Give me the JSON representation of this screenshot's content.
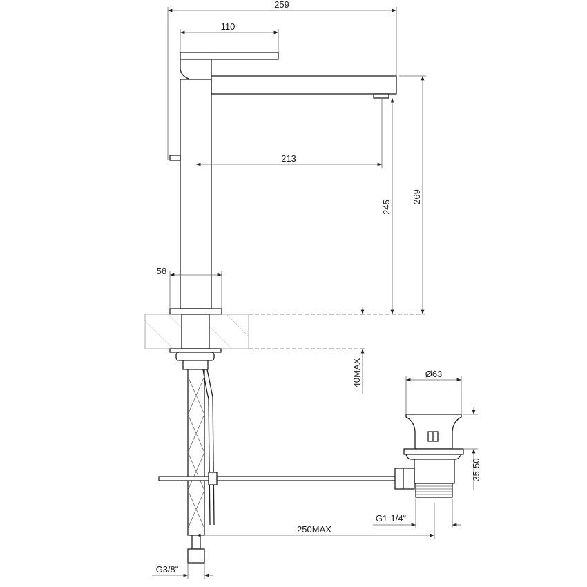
{
  "dimensions": {
    "overall_width": "259",
    "lever_length": "110",
    "spout_reach": "213",
    "spout_height": "245",
    "total_height": "269",
    "base_width": "58",
    "countertop_max": "40MAX",
    "drain_diameter": "Ø63",
    "drain_height": "35-50",
    "drain_thread": "G1-1/4ʺ",
    "rod_length": "250MAX",
    "hose_thread": "G3/8ʺ"
  },
  "colors": {
    "line": "#222222",
    "dim_line": "#666666",
    "hatch": "#aaaaaa"
  }
}
